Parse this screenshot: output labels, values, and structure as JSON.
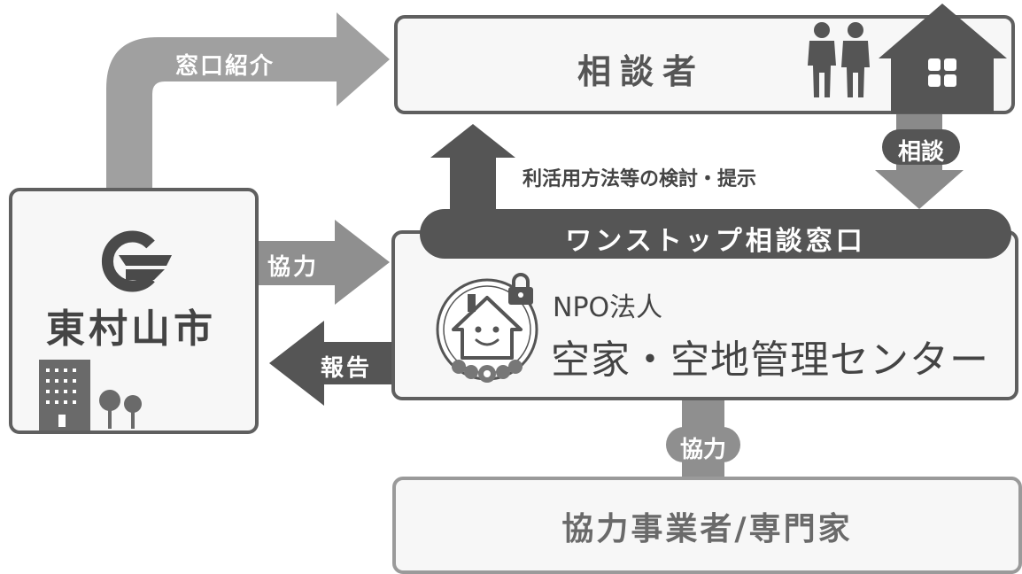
{
  "consultant": {
    "label": "相談者"
  },
  "city": {
    "name": "東村山市"
  },
  "center": {
    "header": "ワンストップ相談窓口",
    "org_prefix": "NPO法人",
    "org_name": "空家・空地管理センター"
  },
  "partners": {
    "label": "協力事業者/専門家"
  },
  "arrows": {
    "referral": "窓口紹介",
    "city_coop": "協力",
    "report": "報告",
    "consultation": "相談",
    "proposal": "利活用方法等の検討・提示",
    "partner_coop": "協力"
  },
  "colors": {
    "dark": "#555555",
    "medium": "#8a8a8a",
    "light": "#a8a8a8",
    "border": "#5f5f5f",
    "box_fill": "#f7f7f7"
  },
  "icons": [
    "people-icon",
    "house-icon",
    "city-emblem-icon",
    "building-icon",
    "trees-icon",
    "mascot-house-icon",
    "lock-icon"
  ]
}
